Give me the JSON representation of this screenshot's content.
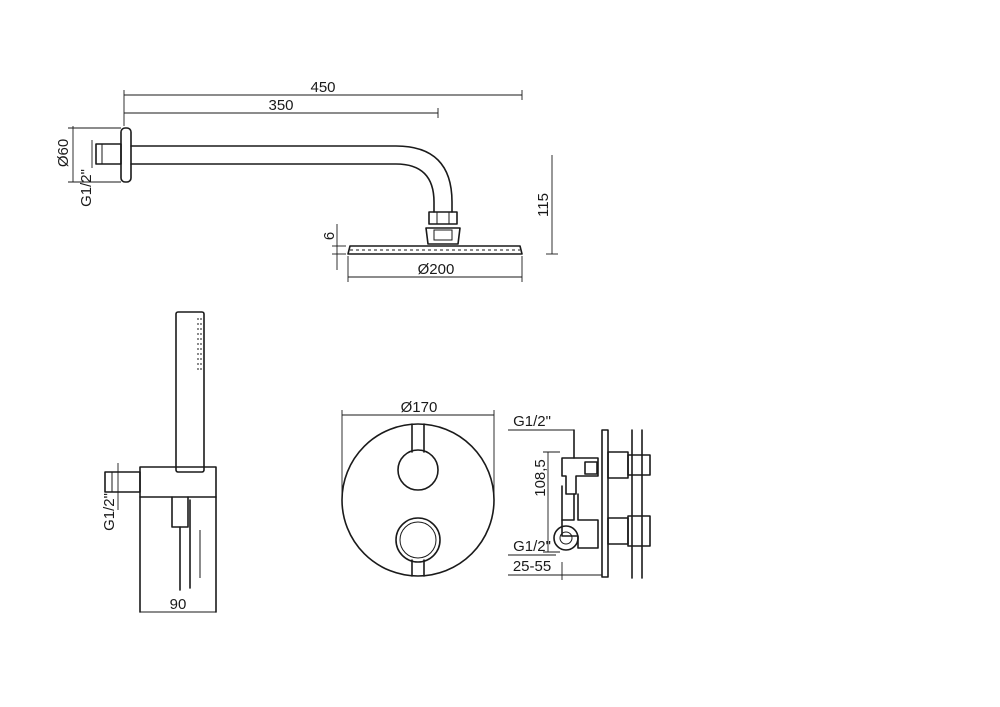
{
  "dimensions": {
    "arm_length_total": "450",
    "arm_length": "350",
    "flange_diameter": "Ø60",
    "arm_thread": "G1/2\"",
    "arm_drop": "115",
    "head_thickness": "6",
    "head_diameter": "Ø200",
    "hand_thread": "G1/2\"",
    "hand_depth": "90",
    "plate_diameter": "Ø170",
    "valve_thread_top": "G1/2\"",
    "valve_spacing": "108,5",
    "valve_thread_bottom": "G1/2\"",
    "valve_depth": "25-55"
  },
  "colors": {
    "line": "#1a1a1a",
    "background": "#ffffff"
  }
}
